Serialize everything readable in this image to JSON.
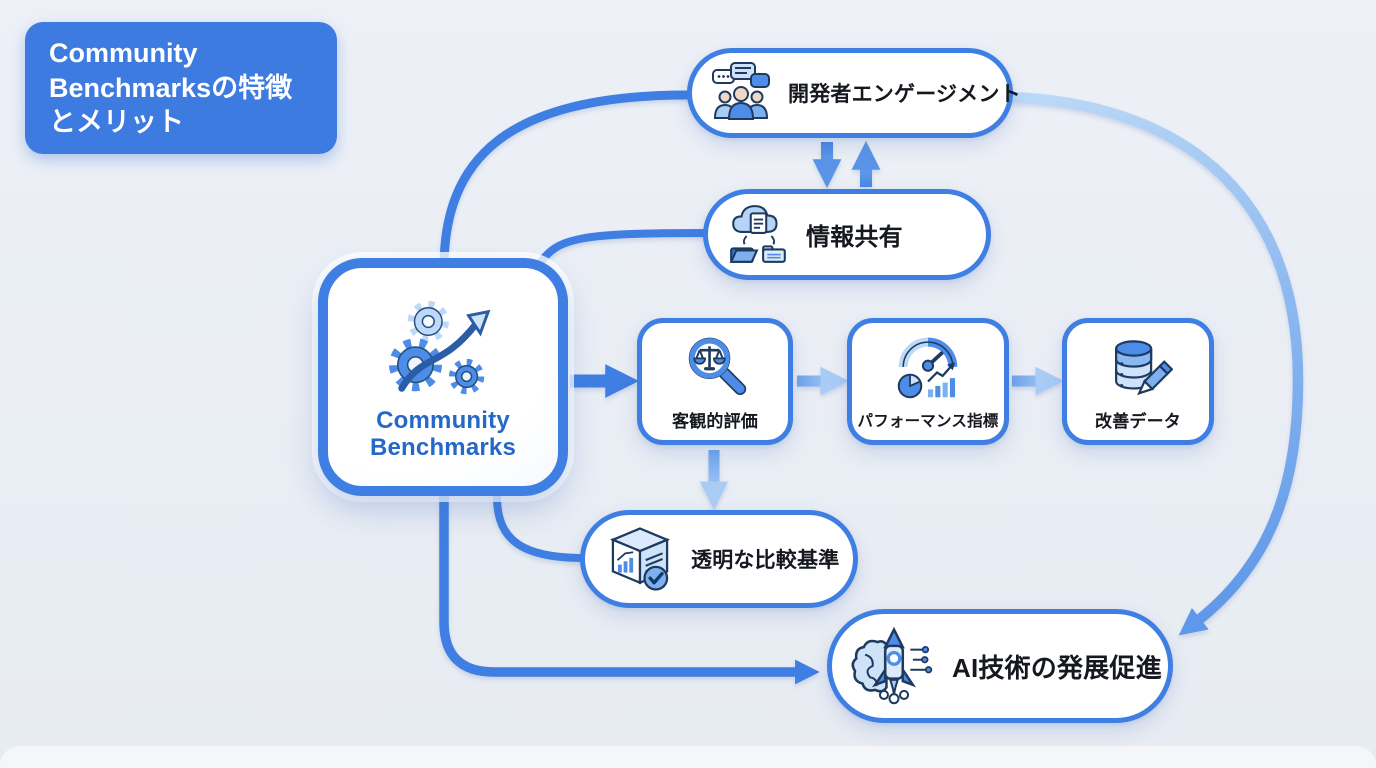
{
  "title": {
    "text": "Community Benchmarksの特徴とメリット"
  },
  "center_node": {
    "label": "Community Benchmarks",
    "icon": "gears-growth-icon"
  },
  "nodes": [
    {
      "id": "developer-engagement",
      "label": "開発者エンゲージメント",
      "icon": "people-chat-icon",
      "shape": "pill"
    },
    {
      "id": "information-sharing",
      "label": "情報共有",
      "icon": "cloud-share-icon",
      "shape": "pill"
    },
    {
      "id": "objective-evaluation",
      "label": "客観的評価",
      "icon": "magnifier-scales-icon",
      "shape": "rounded-square"
    },
    {
      "id": "performance-metrics",
      "label": "パフォーマンス指標",
      "icon": "gauge-charts-icon",
      "shape": "rounded-square"
    },
    {
      "id": "improvement-data",
      "label": "改善データ",
      "icon": "database-pencil-icon",
      "shape": "rounded-square"
    },
    {
      "id": "transparent-criteria",
      "label": "透明な比較基準",
      "icon": "cube-check-icon",
      "shape": "pill"
    },
    {
      "id": "ai-advancement",
      "label": "AI技術の発展促進",
      "icon": "brain-rocket-icon",
      "shape": "pill"
    }
  ],
  "edges": [
    {
      "from": "community-benchmarks",
      "to": "developer-engagement",
      "style": "curve"
    },
    {
      "from": "community-benchmarks",
      "to": "information-sharing",
      "style": "curve"
    },
    {
      "from": "developer-engagement",
      "to": "information-sharing",
      "style": "block-arrow-down"
    },
    {
      "from": "information-sharing",
      "to": "developer-engagement",
      "style": "block-arrow-up"
    },
    {
      "from": "community-benchmarks",
      "to": "objective-evaluation",
      "style": "block-arrow-right"
    },
    {
      "from": "objective-evaluation",
      "to": "performance-metrics",
      "style": "light-arrow-right"
    },
    {
      "from": "performance-metrics",
      "to": "improvement-data",
      "style": "light-arrow-right"
    },
    {
      "from": "objective-evaluation",
      "to": "transparent-criteria",
      "style": "light-arrow-down"
    },
    {
      "from": "community-benchmarks",
      "to": "transparent-criteria",
      "style": "curve"
    },
    {
      "from": "community-benchmarks",
      "to": "ai-advancement",
      "style": "curve-arrow"
    },
    {
      "from": "developer-engagement",
      "to": "ai-advancement",
      "style": "big-curve-arrow"
    }
  ],
  "colors": {
    "background": "#e9edf4",
    "node_border": "#3f7ee2",
    "title_bg": "#3e7be0",
    "title_text": "#ffffff",
    "node_text": "#15181f",
    "center_text": "#2468c8",
    "edge": "#3f7ee2"
  }
}
